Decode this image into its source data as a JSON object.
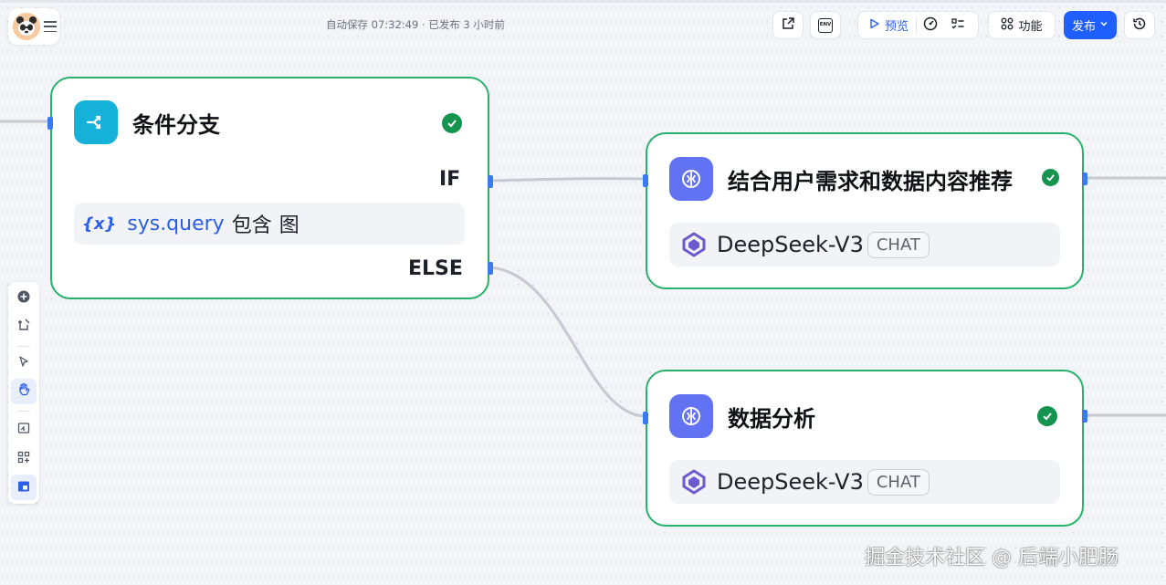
{
  "header": {
    "autosave_text": "自动保存 07:32:49 · 已发布 3 小时前",
    "preview_label": "预览",
    "features_label": "功能",
    "publish_label": "发布",
    "env_label": "ENV"
  },
  "nodes": {
    "condition": {
      "title": "条件分支",
      "if_label": "IF",
      "else_label": "ELSE",
      "condition": {
        "var_icon": "{x}",
        "variable": "sys.query",
        "operator": "包含",
        "value": "图"
      }
    },
    "recommend": {
      "title": "结合用户需求和数据内容推荐",
      "model": "DeepSeek-V3",
      "model_tag": "CHAT"
    },
    "analysis": {
      "title": "数据分析",
      "model": "DeepSeek-V3",
      "model_tag": "CHAT"
    }
  },
  "colors": {
    "node_border": "#27b26b",
    "check": "#14944f",
    "port": "#3a7bf0",
    "primary": "#1f5fff",
    "condition_icon_bg": "#16b1d9",
    "llm_icon_bg": "#6172f3",
    "variable_text": "#2c5fe6"
  },
  "icons": {
    "logo": "panda-avatar-icon",
    "menu": "menu-icon",
    "share": "share-icon",
    "env": "env-icon",
    "preview": "play-icon",
    "debug": "gauge-icon",
    "checklist": "checklist-icon",
    "features": "grid-icon",
    "history": "history-icon",
    "condition": "branch-icon",
    "llm": "brain-icon",
    "model": "qwen-star-icon",
    "status": "check-circle-icon"
  },
  "watermark": "掘金技术社区 @ 后端小肥肠"
}
